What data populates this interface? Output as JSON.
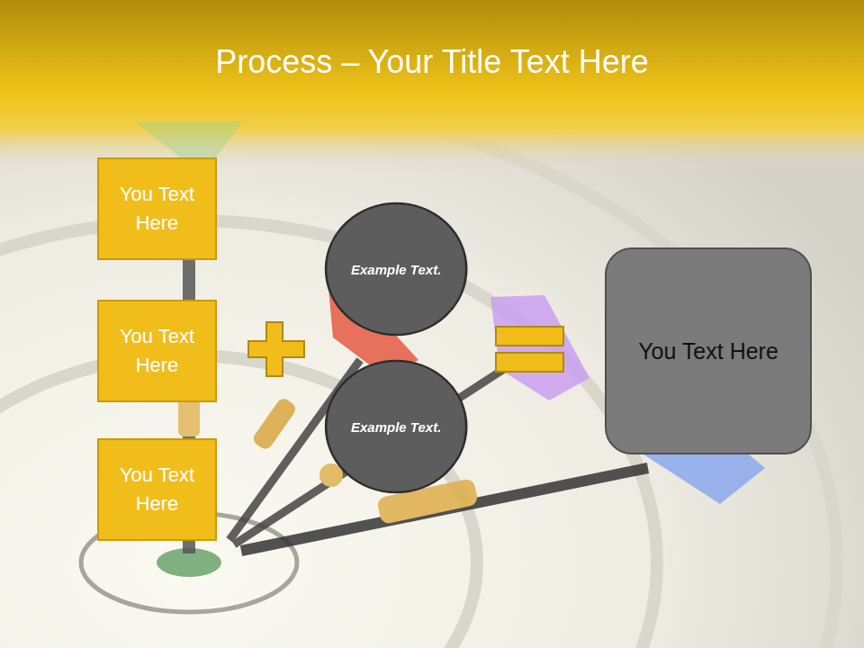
{
  "diagram": {
    "title": "Process – Your Title Text Here",
    "nodes": [
      {
        "text": [
          "You Text Here"
        ]
      },
      {
        "text": [
          "You Text Here"
        ]
      },
      {
        "text": [
          "You Text Here"
        ]
      },
      {
        "text": [
          "Example Text."
        ]
      },
      {
        "text": [
          "Example Text."
        ]
      },
      {
        "text": [
          "You Text Here"
        ]
      }
    ]
  }
}
